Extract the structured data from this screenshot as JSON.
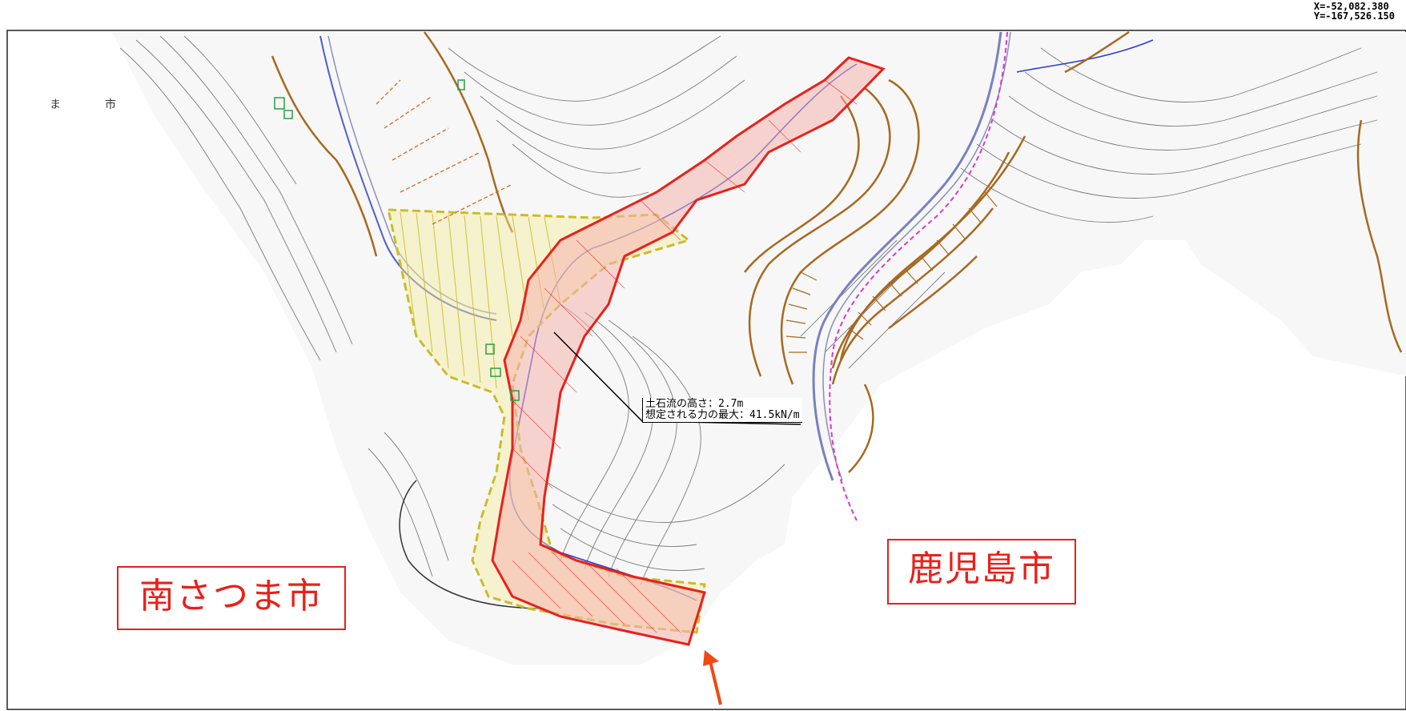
{
  "coordinates": {
    "x_label": "X=-52,082.380",
    "y_label": "Y=-167,526.150"
  },
  "cities": {
    "left": "南さつま市",
    "right": "鹿児島市"
  },
  "corner_label": {
    "char1": "ま",
    "char2": "市"
  },
  "callout": {
    "line1": "土石流の高さ：2.7m",
    "line2": "想定される力の最大：41.5kN/m"
  },
  "colors": {
    "red_zone": "#e8211a",
    "yellow_zone": "#c9bd2a",
    "contour": "#555555",
    "river": "#2a3bd6",
    "slope": "#a8681f",
    "boundary": "#d63cc8",
    "arrow": "#f04a12"
  }
}
